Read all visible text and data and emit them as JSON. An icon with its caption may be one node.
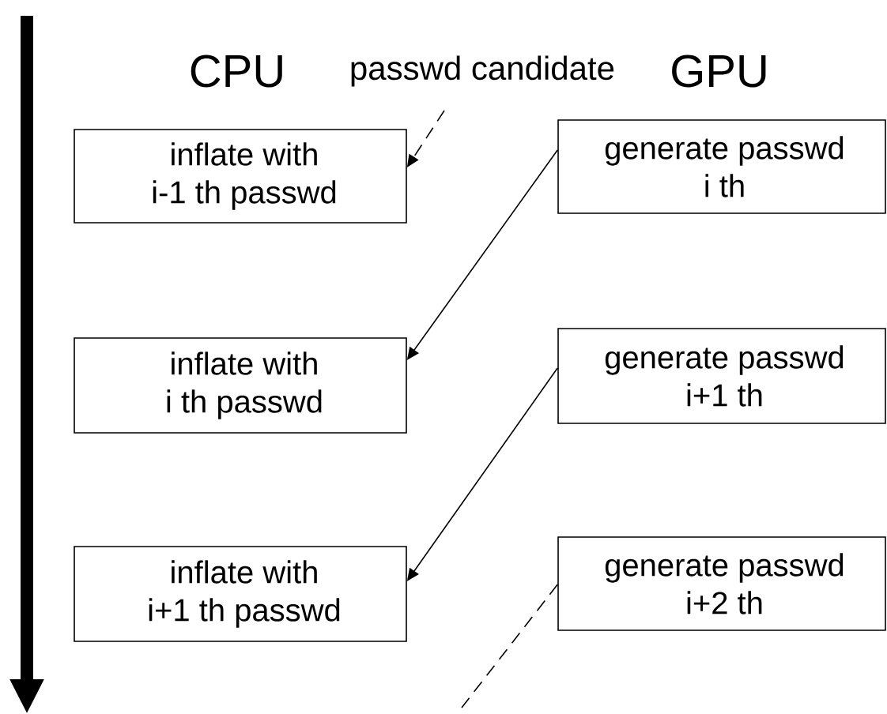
{
  "diagram": {
    "nodes": [
      {
        "text": [
          "inflate with i-1 th passwd"
        ]
      },
      {
        "text": [
          "inflate with i th passwd"
        ]
      },
      {
        "text": [
          "inflate with i+1 th passwd"
        ]
      },
      {
        "text": [
          "generate passwd i th"
        ]
      },
      {
        "text": [
          "generate passwd i+1 th"
        ]
      },
      {
        "text": [
          "generate passwd i+2 th"
        ]
      }
    ],
    "edges": [
      {
        "from": null,
        "to": 0,
        "arrow": "to",
        "style": "dashed"
      },
      {
        "from": 3,
        "to": 1,
        "arrow": "to"
      },
      {
        "from": 4,
        "to": 2,
        "arrow": "to"
      },
      {
        "from": 5,
        "to": null,
        "arrow": "none",
        "style": "dashed"
      }
    ],
    "labels": [
      "CPU",
      "passwd candidate",
      "GPU"
    ]
  }
}
